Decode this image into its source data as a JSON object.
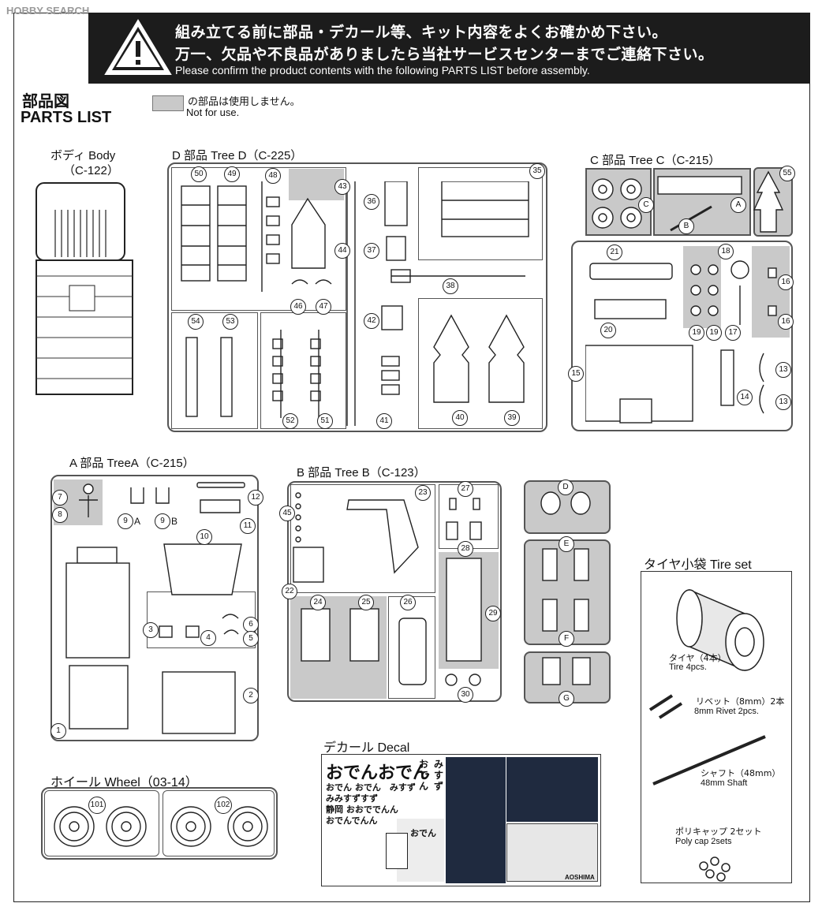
{
  "watermark": "HOBBY SEARCH",
  "warning": {
    "line1": "組み立てる前に部品・デカール等、キット内容をよくお確かめ下さい。",
    "line2": "万一、欠品や不良品がありましたら当社サービスセンターまでご連絡下さい。",
    "line3": "Please confirm the product contents with the following PARTS LIST before assembly."
  },
  "title": {
    "jp": "部品図",
    "en": "PARTS LIST"
  },
  "legend": {
    "jp": "の部品は使用しません。",
    "en": "Not for use."
  },
  "sections": {
    "body": {
      "jp": "ボディ Body",
      "code": "（C-122）"
    },
    "treeD": "D 部品 Tree D（C-225）",
    "treeC": "C 部品 Tree C（C-215）",
    "treeA": "A 部品 TreeA（C-215）",
    "treeB": "B 部品 Tree B（C-123）",
    "tire": "タイヤ小袋 Tire set",
    "decal": "デカール Decal",
    "wheel": "ホイール Wheel（03-14）"
  },
  "tire_set": {
    "tire_jp": "タイヤ（4本）",
    "tire_en": "Tire 4pcs.",
    "rivet_jp": "リベット（8mm）2本",
    "rivet_en": "8mm Rivet 2pcs.",
    "shaft_jp": "シャフト（48mm）",
    "shaft_en": "48mm Shaft",
    "polycap_jp": "ポリキャップ 2セット",
    "polycap_en": "Poly cap 2sets"
  },
  "decal": {
    "oden1": "おでんおでん",
    "row2": "おでん おでん　みすず",
    "row3": "みみすずすず",
    "row4": "静岡 おおででんん",
    "row5": "おでんでんん",
    "misuzu_vertical": "みすず",
    "oden_vertical": "おでん",
    "oden_small": "おでん",
    "brand": "AOSHIMA"
  },
  "treeD_nums": [
    "50",
    "49",
    "48",
    "43",
    "44",
    "46",
    "47",
    "54",
    "53",
    "52",
    "51",
    "36",
    "37",
    "38",
    "42",
    "41",
    "35",
    "40",
    "39"
  ],
  "treeC_nums": [
    "55",
    "A",
    "B",
    "C",
    "21",
    "18",
    "16",
    "16",
    "20",
    "19",
    "19",
    "17",
    "15",
    "14",
    "13",
    "13"
  ],
  "treeA_nums": [
    "7",
    "8",
    "9",
    "A",
    "9",
    "B",
    "12",
    "11",
    "10",
    "6",
    "3",
    "4",
    "5",
    "2",
    "1"
  ],
  "treeB_nums": [
    "45",
    "23",
    "27",
    "28",
    "22",
    "24",
    "25",
    "26",
    "29",
    "30",
    "D",
    "E",
    "F",
    "G"
  ],
  "wheel_nums": [
    "101",
    "102"
  ],
  "colors": {
    "banner": "#1c1c1c",
    "notused": "#c9c9c9",
    "line": "#555555"
  }
}
